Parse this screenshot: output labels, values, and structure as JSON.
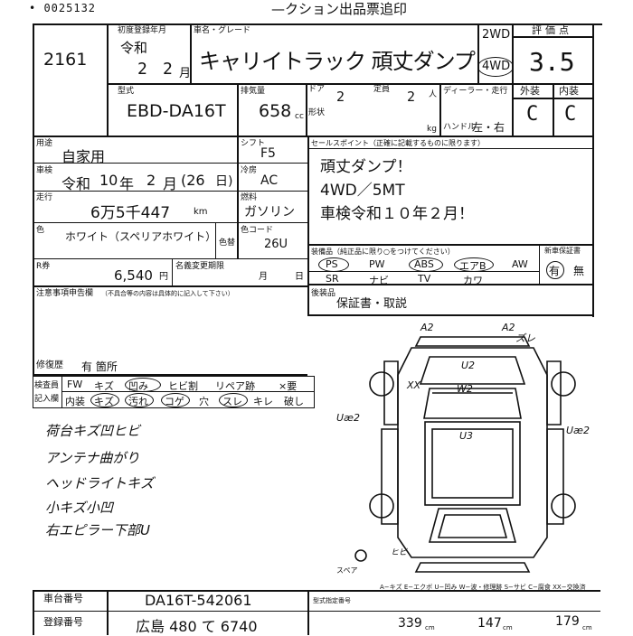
{
  "header": {
    "top_fragment": "• 0025132",
    "title_fragment": "—クション出品票追印"
  },
  "lot": {
    "number": "2161"
  },
  "first_reg": {
    "label": "初度登録年月",
    "era": "令和",
    "year": "2",
    "month": "2",
    "month_unit": "月"
  },
  "car_name": {
    "label": "車名・グレード",
    "value": "キャリイトラック 頑丈ダンプ"
  },
  "drive": {
    "two": "2WD",
    "four": "4WD"
  },
  "score": {
    "label": "評価点",
    "value": "3.5"
  },
  "model": {
    "label": "型式",
    "value": "EBD-DA16T"
  },
  "displacement": {
    "label": "排気量",
    "value": "658",
    "unit": "cc"
  },
  "doors": {
    "label": "ドア",
    "value": "2"
  },
  "capacity": {
    "label": "定員",
    "value": "2",
    "unit": "人"
  },
  "shape_label": "形状",
  "load_unit": "kg",
  "dealer_label": "ディーラー・走行",
  "handle": {
    "label": "ハンドル",
    "value": "左・右"
  },
  "exterior": {
    "label": "外装",
    "value": "C"
  },
  "interior": {
    "label": "内装",
    "value": "C"
  },
  "usage": {
    "label": "用途",
    "value": "自家用"
  },
  "inspection": {
    "label": "車検",
    "era": "令和",
    "year": "10",
    "year_unit": "年",
    "month": "2",
    "month_unit": "月",
    "day": "(26",
    "day_unit": "日)"
  },
  "mileage": {
    "label": "走行",
    "value": "6万5千447",
    "unit": "km"
  },
  "color": {
    "label": "色",
    "value": "ホワイト（スペリアホワイト）",
    "change_label": "色替"
  },
  "recycle": {
    "label": "R券",
    "value": "6,540",
    "unit": "円"
  },
  "meikihenko": {
    "label": "名義変更期限",
    "month": "月",
    "day": "日"
  },
  "shift": {
    "label": "シフト",
    "value": "F5"
  },
  "aircon": {
    "label": "冷房",
    "value": "AC"
  },
  "fuel": {
    "label": "燃料",
    "value": "ガソリン"
  },
  "color_code": {
    "label": "色コード",
    "value": "26U"
  },
  "sales_points": {
    "label": "セールスポイント（正確に記載するものに限ります）",
    "lines": [
      "頑丈ダンプ！",
      "4WD／5MT",
      "車検令和１０年２月！"
    ]
  },
  "equipment": {
    "label": "装備品（純正品に限り○をつけてください）",
    "top": [
      "PS",
      "PW",
      "ABS",
      "エアB",
      "AW"
    ],
    "bottom": [
      "SR",
      "ナビ",
      "TV",
      "カワ"
    ]
  },
  "new_car_warranty": {
    "label": "新車保証書",
    "yes": "有",
    "no": "無"
  },
  "attention": {
    "label": "注意事項申告欄",
    "note": "（不具合等の内容は具体的に記入して下さい）"
  },
  "repair": {
    "label": "修復歴",
    "value": "有 箇所"
  },
  "post_equip": {
    "label": "後装品",
    "value": "保証書・取説"
  },
  "legend": {
    "label_top": "検査員",
    "label_bottom": "記入欄",
    "row1": [
      "FW",
      "キズ",
      "凹み",
      "ヒビ割",
      "リペア跡",
      "×要"
    ],
    "row2": [
      "内装",
      "キズ",
      "汚れ",
      "コゲ",
      "穴",
      "スレ",
      "キレ",
      "破し"
    ]
  },
  "handwritten_notes": [
    "荷台キズ凹ヒビ",
    "アンテナ曲がり",
    "ヘッドライトキズ",
    "小キズ小凹",
    "右エピラー下部U"
  ],
  "diagram": {
    "marks": [
      "A2",
      "A2",
      "ズレ",
      "XX",
      "U2",
      "W2",
      "Uæ2",
      "U3",
      "Uæ2",
      "ヒビ",
      "スペア"
    ]
  },
  "code_legend": "A−キズ E−エクボ U−凹み W−波・修理跡 S−サビ C−腐食 XX−交換済",
  "chassis": {
    "label": "車台番号",
    "value": "DA16T-542061"
  },
  "plate": {
    "label": "登録番号",
    "value": "広島 480 て 6740"
  },
  "dimensions": {
    "label": "型式指定番号",
    "length": "339",
    "width": "147",
    "height": "179",
    "unit": "cm"
  }
}
